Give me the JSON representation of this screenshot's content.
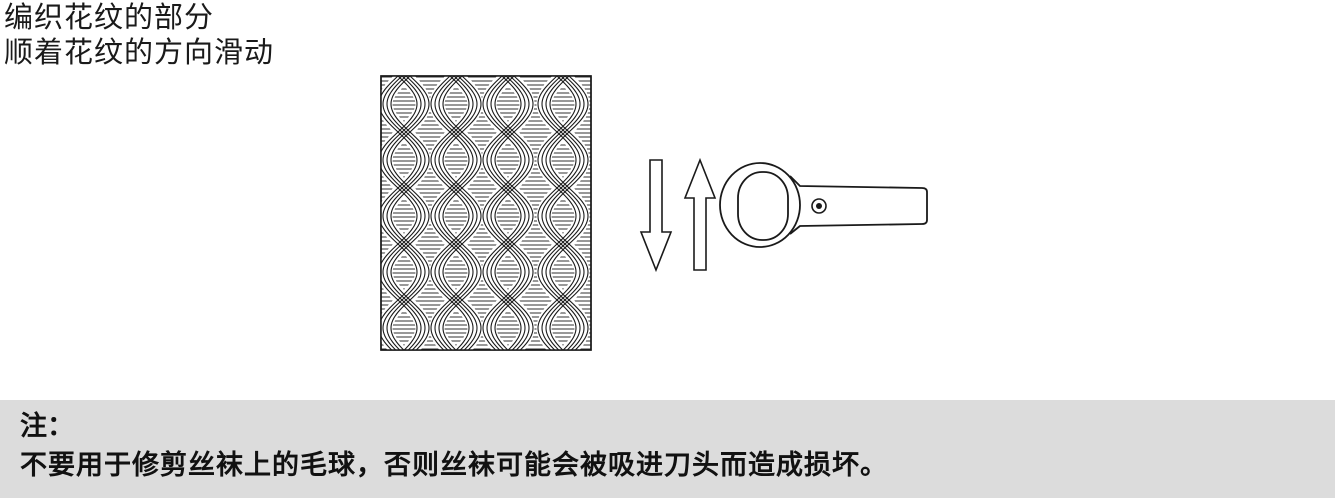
{
  "instructions": {
    "line1": "编织花纹的部分",
    "line2": "顺着花纹的方向滑动"
  },
  "icons": {
    "knit_pattern": "knit-pattern-icon",
    "arrow_down": "arrow-down-icon",
    "arrow_up": "arrow-up-icon",
    "shaver": "fabric-shaver-icon"
  },
  "note": {
    "title": "注：",
    "text": "不要用于修剪丝袜上的毛球，否则丝袜可能会被吸进刀头而造成损坏。"
  },
  "colors": {
    "note_background": "#dcdcdc",
    "line": "#1a1a1a"
  }
}
